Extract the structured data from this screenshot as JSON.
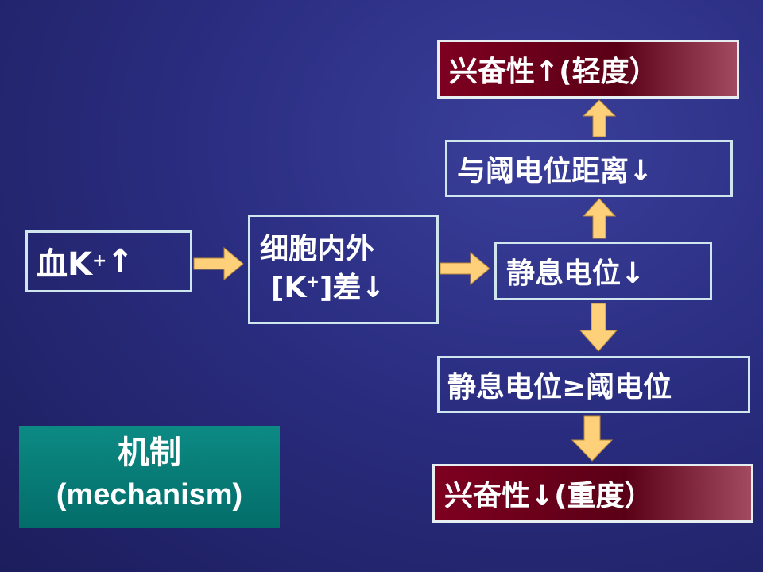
{
  "nodes": {
    "blood_k": {
      "main": "血K",
      "sup": "+",
      "tail": " ↑"
    },
    "cell_k": {
      "line1": "细胞内外",
      "line2_pre": "[K",
      "line2_sup": "+",
      "line2_post": "]差↓"
    },
    "resting_potential": {
      "label": "静息电位↓"
    },
    "threshold_distance": {
      "label": "与阈电位距离↓"
    },
    "excitability_up": {
      "label": "兴奋性↑(轻度）"
    },
    "rp_ge_threshold": {
      "label": "静息电位≥阈电位"
    },
    "excitability_down": {
      "label": "兴奋性↓(重度）"
    }
  },
  "mechanism": {
    "line1": "机制",
    "line2": "(mechanism)"
  },
  "colors": {
    "background": "#2a2d80",
    "box_border": "#cfe6ee",
    "red_box": "#7e0020",
    "arrow": "#ffd07a",
    "mechanism_bg": "#0d8a84"
  }
}
